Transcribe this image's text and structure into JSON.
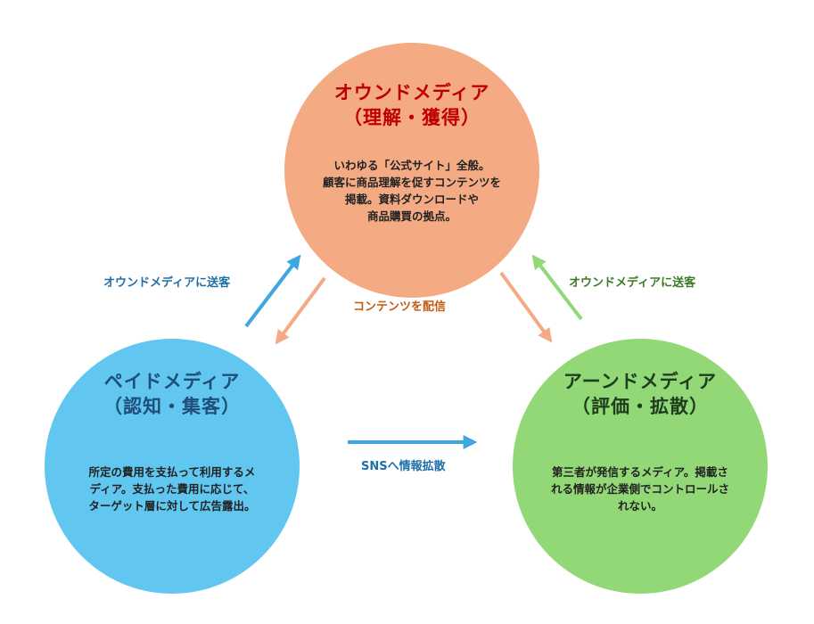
{
  "colors": {
    "owned_fill": "#f4ab84",
    "owned_title": "#c00000",
    "paid_fill": "#61c7f0",
    "paid_title": "#1f4e79",
    "earned_fill": "#92d876",
    "earned_title": "#1e3d1e",
    "arrow_blue": "#3ea7df",
    "arrow_orange": "#f4ab84",
    "arrow_green": "#92d876",
    "label_blue": "#1f6fa8",
    "label_orange": "#c55a11",
    "label_green": "#3a7a25"
  },
  "owned": {
    "title1": "オウンドメディア",
    "title2": "（理解・獲得）",
    "body": [
      "いわゆる「公式サイト」全般。",
      "顧客に商品理解を促すコンテンツを",
      "掲載。資料ダウンロードや",
      "商品購買の拠点。"
    ]
  },
  "paid": {
    "title1": "ペイドメディア",
    "title2": "（認知・集客）",
    "body": [
      "所定の費用を支払って利用するメ",
      "ディア。支払った費用に応じて、",
      "ターゲット層に対して広告露出。"
    ]
  },
  "earned": {
    "title1": "アーンドメディア",
    "title2": "（評価・拡散）",
    "body": [
      "第三者が発信するメディア。掲載さ",
      "れる情報が企業側でコントロールさ",
      "れない。"
    ]
  },
  "labels": {
    "paid_to_owned": "オウンドメディアに送客",
    "owned_content": "コンテンツを配信",
    "earned_to_owned": "オウンドメディアに送客",
    "paid_to_earned": "SNSへ情報拡散"
  }
}
